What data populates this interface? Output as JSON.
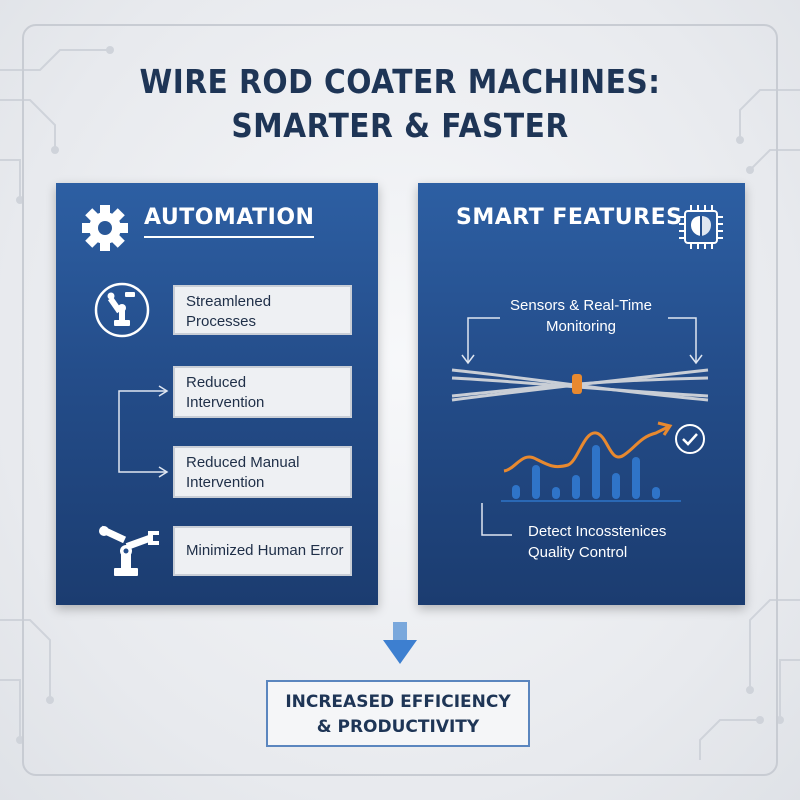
{
  "title": {
    "line1": "WIRE ROD COATER MACHINES:",
    "line2": "SMARTER & FASTER"
  },
  "left_panel": {
    "heading": "AUTOMATION",
    "items": [
      {
        "line1": "Streamlened",
        "line2": "Processes"
      },
      {
        "line1": "Reduced",
        "line2": "Intervention"
      },
      {
        "line1": "Reduced Manual",
        "line2": "Intervention"
      },
      {
        "line1": "Minimized Human Error",
        "line2": ""
      }
    ]
  },
  "right_panel": {
    "heading": "SMART FEATURES",
    "sensors_label": {
      "line1": "Sensors & Real-Time",
      "line2": "Monitoring"
    },
    "detect_label": {
      "line1": "Detect Incosstenices",
      "line2": "Quality Control"
    }
  },
  "result": {
    "line1": "INCREASED EFFICIENCY",
    "line2": "& PRODUCTIVITY"
  },
  "colors": {
    "navy_title": "#1e3556",
    "panel_blue": "#244d8a",
    "accent_orange": "#e8892f",
    "arrow_blue": "#3d7fd0"
  },
  "icons": [
    "gear-icon",
    "robot-arm-icon",
    "brain-chip-icon",
    "check-icon",
    "down-arrow-icon"
  ]
}
